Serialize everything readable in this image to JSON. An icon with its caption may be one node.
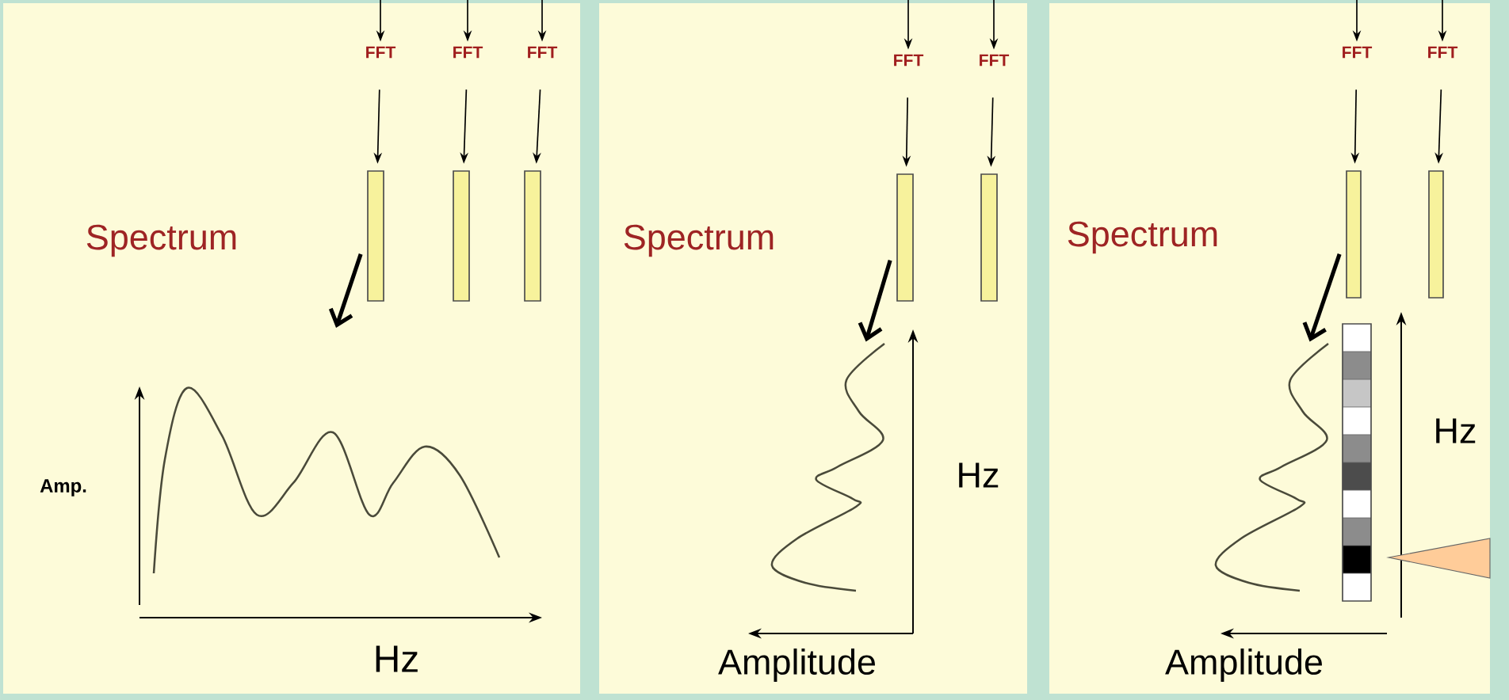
{
  "diagram": {
    "nodes": [
      {
        "text": [],
        "shape": "box"
      },
      {
        "text": [
          "FFT"
        ],
        "in": 0
      },
      {
        "text": [
          "FFT"
        ],
        "in": 0
      },
      {
        "text": [
          "FFT"
        ],
        "in": 0
      },
      {
        "text": [],
        "shape": "bar",
        "in": 0
      },
      {
        "text": [],
        "shape": "bar",
        "in": 0
      },
      {
        "text": [],
        "shape": "bar",
        "in": 0
      },
      {
        "text": [],
        "shape": "box"
      },
      {
        "text": [
          "FFT"
        ],
        "in": 7
      },
      {
        "text": [
          "FFT"
        ],
        "in": 7
      },
      {
        "text": [],
        "shape": "bar",
        "in": 7
      },
      {
        "text": [],
        "shape": "bar",
        "in": 7
      },
      {
        "text": [],
        "shape": "box"
      },
      {
        "text": [
          "FFT"
        ],
        "in": 12
      },
      {
        "text": [
          "FFT"
        ],
        "in": 12
      },
      {
        "text": [],
        "shape": "bar",
        "in": 12
      },
      {
        "text": [],
        "shape": "bar",
        "in": 12
      },
      {
        "text": [],
        "shape": "bar",
        "in": 12
      },
      {
        "text": [],
        "shape": "picture",
        "in": 7
      },
      {
        "text": [],
        "shape": "picture",
        "in": 12
      }
    ],
    "edges": [
      {
        "from": null,
        "to": 1,
        "arrow": "to"
      },
      {
        "from": null,
        "to": 2,
        "arrow": "to"
      },
      {
        "from": null,
        "to": 3,
        "arrow": "to"
      },
      {
        "from": 1,
        "to": 4,
        "arrow": "to"
      },
      {
        "from": 2,
        "to": 5,
        "arrow": "to"
      },
      {
        "from": 3,
        "to": 6,
        "arrow": "to"
      },
      {
        "from": 4,
        "to": null,
        "arrow": "to",
        "style": "thick"
      },
      {
        "from": null,
        "to": 8,
        "arrow": "to"
      },
      {
        "from": null,
        "to": 9,
        "arrow": "to"
      },
      {
        "from": 8,
        "to": 10,
        "arrow": "to"
      },
      {
        "from": 9,
        "to": 11,
        "arrow": "to"
      },
      {
        "from": 10,
        "to": 18,
        "arrow": "to",
        "style": "thick"
      },
      {
        "from": null,
        "to": 13,
        "arrow": "to"
      },
      {
        "from": null,
        "to": 14,
        "arrow": "to"
      },
      {
        "from": 13,
        "to": 15,
        "arrow": "to"
      },
      {
        "from": 14,
        "to": 16,
        "arrow": "to"
      },
      {
        "from": 15,
        "to": 19,
        "arrow": "to",
        "style": "thick"
      }
    ],
    "labels": [
      "Spectrum",
      "Amp.",
      "Hz",
      "Spectrum",
      "Hz",
      "Amplitude",
      "Spectrum",
      "Hz",
      "Amplitude"
    ]
  }
}
